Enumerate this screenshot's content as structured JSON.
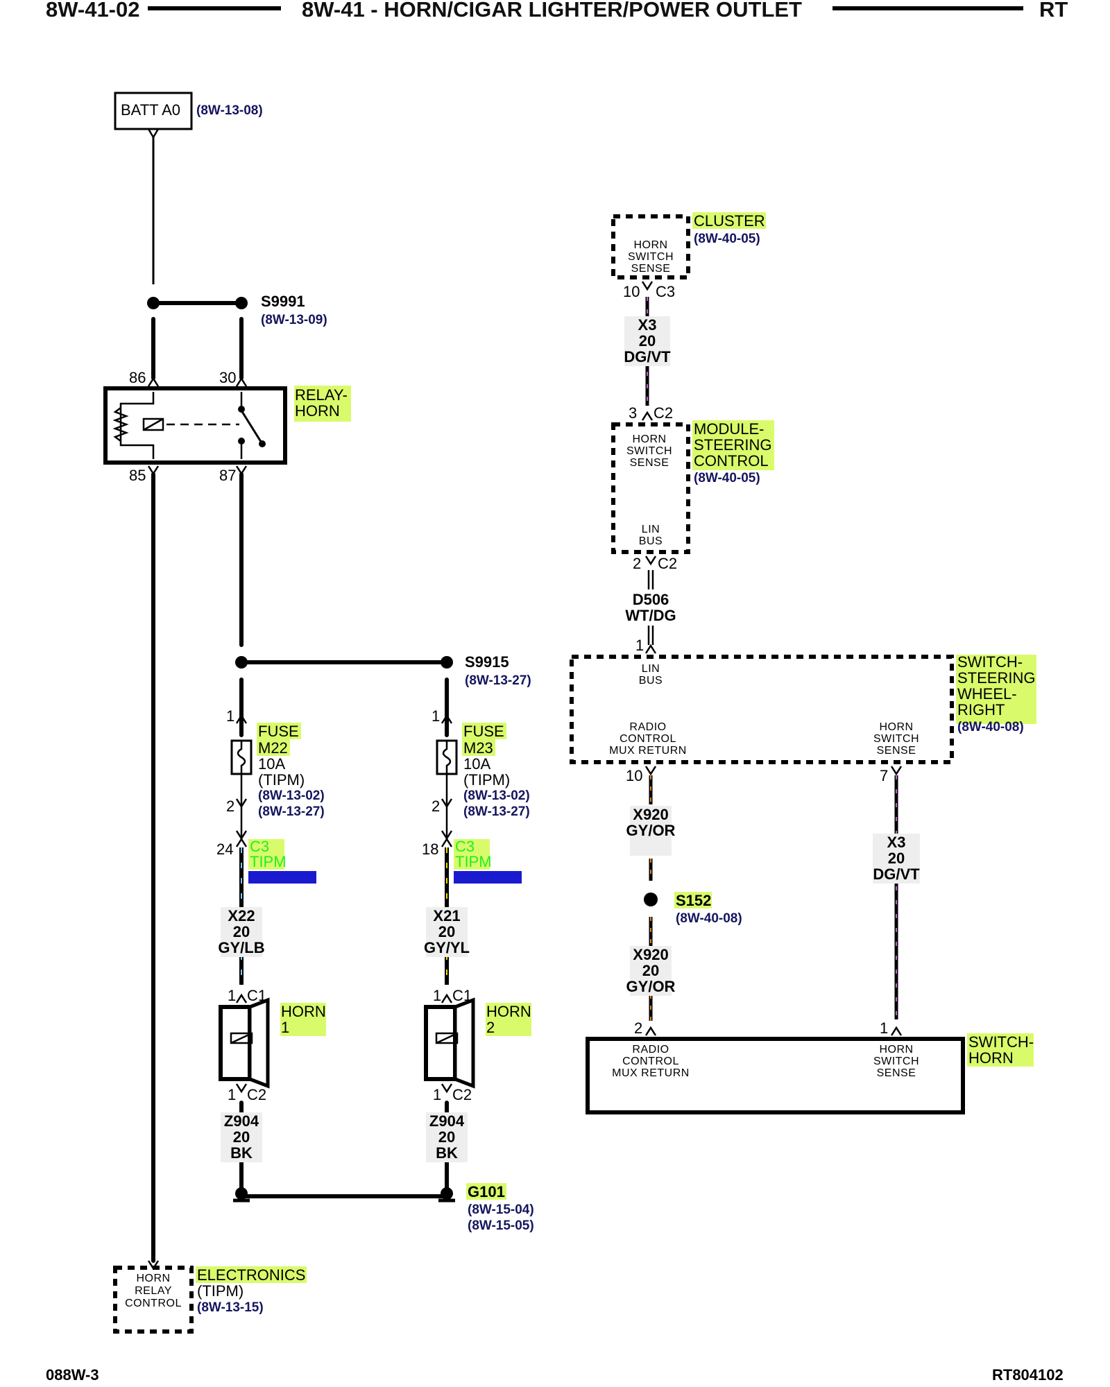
{
  "header": {
    "page_left": "8W-41-02",
    "title": "8W-41 - HORN/CIGAR LIGHTER/POWER OUTLET",
    "page_right": "RT"
  },
  "footer": {
    "left": "088W-3",
    "right": "RT804102"
  },
  "batt": {
    "label": "BATT A0",
    "ref": "(8W-13-08)"
  },
  "s9991": {
    "name": "S9991",
    "ref": "(8W-13-09)"
  },
  "relay": {
    "name_1": "RELAY-",
    "name_2": "HORN",
    "pin_86": "86",
    "pin_30": "30",
    "pin_85": "85",
    "pin_87": "87"
  },
  "s9915": {
    "name": "S9915",
    "ref": "(8W-13-27)"
  },
  "fuse_m22": {
    "line1": "FUSE",
    "line2": "M22",
    "rating": "10A",
    "loc": "(TIPM)",
    "ref1": "(8W-13-02)",
    "ref2": "(8W-13-27)",
    "pin_top": "1",
    "pin_bot": "2"
  },
  "fuse_m23": {
    "line1": "FUSE",
    "line2": "M23",
    "rating": "10A",
    "loc": "(TIPM)",
    "ref1": "(8W-13-02)",
    "ref2": "(8W-13-27)",
    "pin_top": "1",
    "pin_bot": "2"
  },
  "tipm_c3_a": {
    "pin": "24",
    "conn": "C3",
    "name": "TIPM"
  },
  "tipm_c3_b": {
    "pin": "18",
    "conn": "C3",
    "name": "TIPM"
  },
  "wire_x22": {
    "circuit": "X22",
    "gauge": "20",
    "color": "GY/LB"
  },
  "wire_x21": {
    "circuit": "X21",
    "gauge": "20",
    "color": "GY/YL"
  },
  "horn1": {
    "name_1": "HORN",
    "name_2": "1",
    "pin_top": "1",
    "conn_top": "C1",
    "pin_bot": "1",
    "conn_bot": "C2"
  },
  "horn2": {
    "name_1": "HORN",
    "name_2": "2",
    "pin_top": "1",
    "conn_top": "C1",
    "pin_bot": "1",
    "conn_bot": "C2"
  },
  "wire_z904_a": {
    "circuit": "Z904",
    "gauge": "20",
    "color": "BK"
  },
  "wire_z904_b": {
    "circuit": "Z904",
    "gauge": "20",
    "color": "BK"
  },
  "g101": {
    "name": "G101",
    "ref1": "(8W-15-04)",
    "ref2": "(8W-15-05)"
  },
  "electronics": {
    "line1": "HORN",
    "line2": "RELAY",
    "line3": "CONTROL",
    "name": "ELECTRONICS",
    "loc": "(TIPM)",
    "ref": "(8W-13-15)"
  },
  "cluster": {
    "name": "CLUSTER",
    "ref": "(8W-40-05)",
    "line1": "HORN",
    "line2": "SWITCH",
    "line3": "SENSE",
    "pin": "10",
    "conn": "C3"
  },
  "wire_x3_top": {
    "circuit": "X3",
    "gauge": "20",
    "color": "DG/VT"
  },
  "module_scm": {
    "name_1": "MODULE-",
    "name_2": "STEERING",
    "name_3": "CONTROL",
    "ref": "(8W-40-05)",
    "line1": "HORN",
    "line2": "SWITCH",
    "line3": "SENSE",
    "lin1": "LIN",
    "lin2": "BUS",
    "pin_top": "3",
    "conn_top": "C2",
    "pin_bot": "2",
    "conn_bot": "C2"
  },
  "wire_d506": {
    "circuit": "D506",
    "color": "WT/DG"
  },
  "switch_swr": {
    "name_1": "SWITCH-",
    "name_2": "STEERING",
    "name_3": "WHEEL-",
    "name_4": "RIGHT",
    "ref": "(8W-40-08)",
    "pin_lin": "1",
    "lin1": "LIN",
    "lin2": "BUS",
    "radio1": "RADIO",
    "radio2": "CONTROL",
    "radio3": "MUX RETURN",
    "horn1": "HORN",
    "horn2": "SWITCH",
    "horn3": "SENSE",
    "pin_radio": "10",
    "pin_horn": "7"
  },
  "wire_x920_top": {
    "circuit": "X920",
    "color": "GY/OR"
  },
  "s152": {
    "name": "S152",
    "ref": "(8W-40-08)"
  },
  "wire_x920_bot": {
    "circuit": "X920",
    "gauge": "20",
    "color": "GY/OR"
  },
  "wire_x3_right": {
    "circuit": "X3",
    "gauge": "20",
    "color": "DG/VT"
  },
  "switch_horn": {
    "name_1": "SWITCH-",
    "name_2": "HORN",
    "pin_radio": "2",
    "pin_horn": "1",
    "radio1": "RADIO",
    "radio2": "CONTROL",
    "radio3": "MUX RETURN",
    "horn1": "HORN",
    "horn2": "SWITCH",
    "horn3": "SENSE"
  },
  "colors": {
    "highlight": "#d9fb6b",
    "reference_text": "#15155e",
    "stripe_violet": "#c060d0",
    "stripe_orange": "#e08020",
    "stripe_yellow": "#f0e000",
    "stripe_lightblue": "#80c8e8",
    "link_bar": "#1a1ad0",
    "link_text": "#22ee22"
  }
}
